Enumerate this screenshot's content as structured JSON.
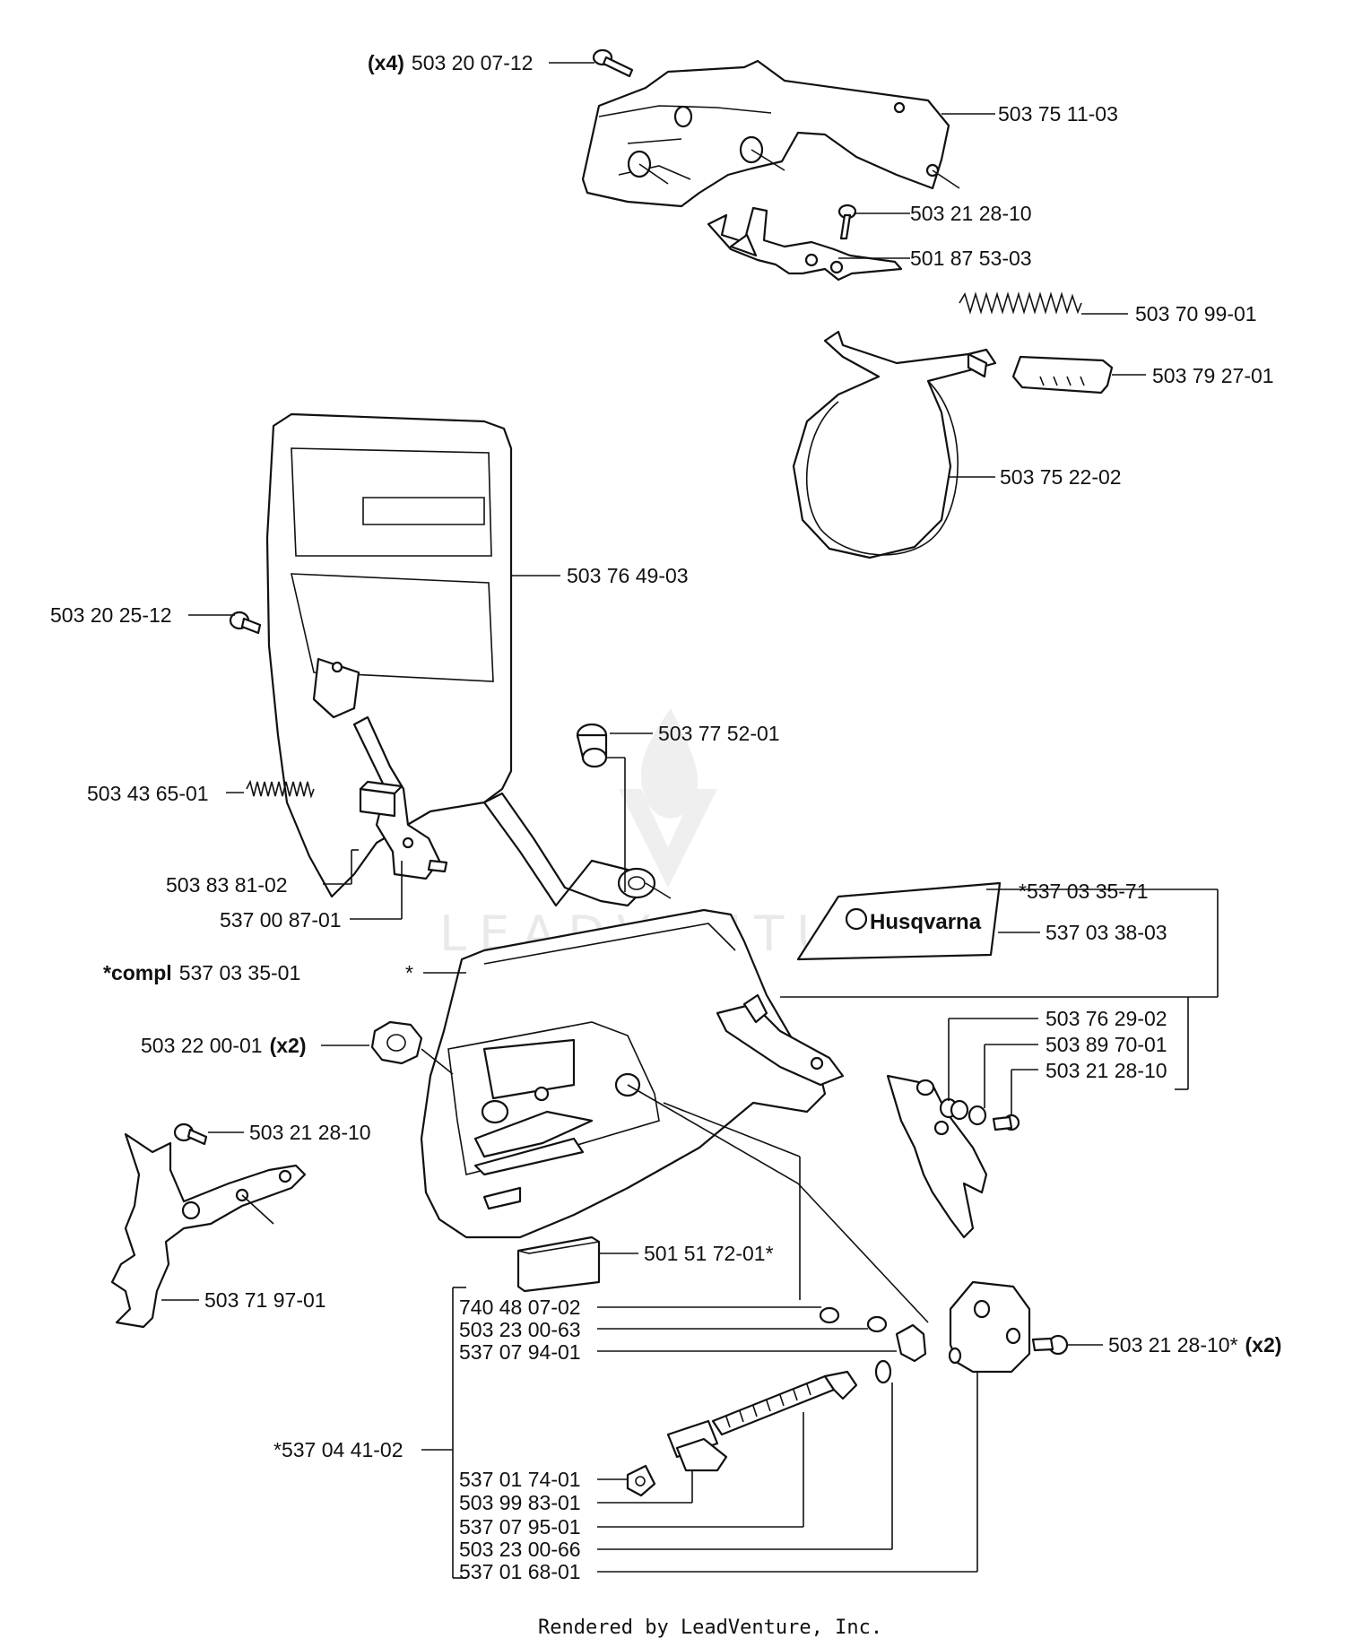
{
  "labels": {
    "l01": {
      "prefix": "(x4)",
      "text": "503 20 07-12"
    },
    "l02": {
      "text": "503 75 11-03"
    },
    "l03": {
      "text": "503 21 28-10"
    },
    "l04": {
      "text": "501 87 53-03"
    },
    "l05": {
      "text": "503 70 99-01"
    },
    "l06": {
      "text": "503 79 27-01"
    },
    "l07": {
      "text": "503 75 22-02"
    },
    "l08": {
      "text": "503 76 49-03"
    },
    "l09": {
      "text": "503 20 25-12"
    },
    "l10": {
      "text": "503 77 52-01"
    },
    "l11": {
      "text": "503 43 65-01"
    },
    "l12": {
      "text": "503 83 81-02"
    },
    "l13": {
      "text": "537 00 87-01"
    },
    "l14": {
      "text": "*537 03 35-71"
    },
    "l15": {
      "text": "537 03 38-03"
    },
    "l16": {
      "prefix": "*compl",
      "text": "537 03 35-01"
    },
    "l17": {
      "text": "*"
    },
    "l18": {
      "text": "503 22 00-01",
      "suffix": "(x2)"
    },
    "l19": {
      "text": "503 76 29-02"
    },
    "l20": {
      "text": "503 89 70-01"
    },
    "l21": {
      "text": "503 21 28-10"
    },
    "l22": {
      "text": "503 21 28-10"
    },
    "l23": {
      "text": "501 51 72-01*"
    },
    "l24": {
      "text": "740 48 07-02"
    },
    "l25": {
      "text": "503 23 00-63"
    },
    "l26": {
      "text": "537 07 94-01"
    },
    "l27": {
      "text": "503 71 97-01"
    },
    "l28": {
      "text": "503 21 28-10*",
      "suffix": "(x2)"
    },
    "l29": {
      "text": "*537 04 41-02"
    },
    "l30": {
      "text": "537 01 74-01"
    },
    "l31": {
      "text": "503 99 83-01"
    },
    "l32": {
      "text": "537 07 95-01"
    },
    "l33": {
      "text": "503 23 00-66"
    },
    "l34": {
      "text": "537 01 68-01"
    }
  },
  "decal_brand": "Husqvarna",
  "watermark": "LEADVENTURE",
  "footer": "Rendered by LeadVenture, Inc."
}
